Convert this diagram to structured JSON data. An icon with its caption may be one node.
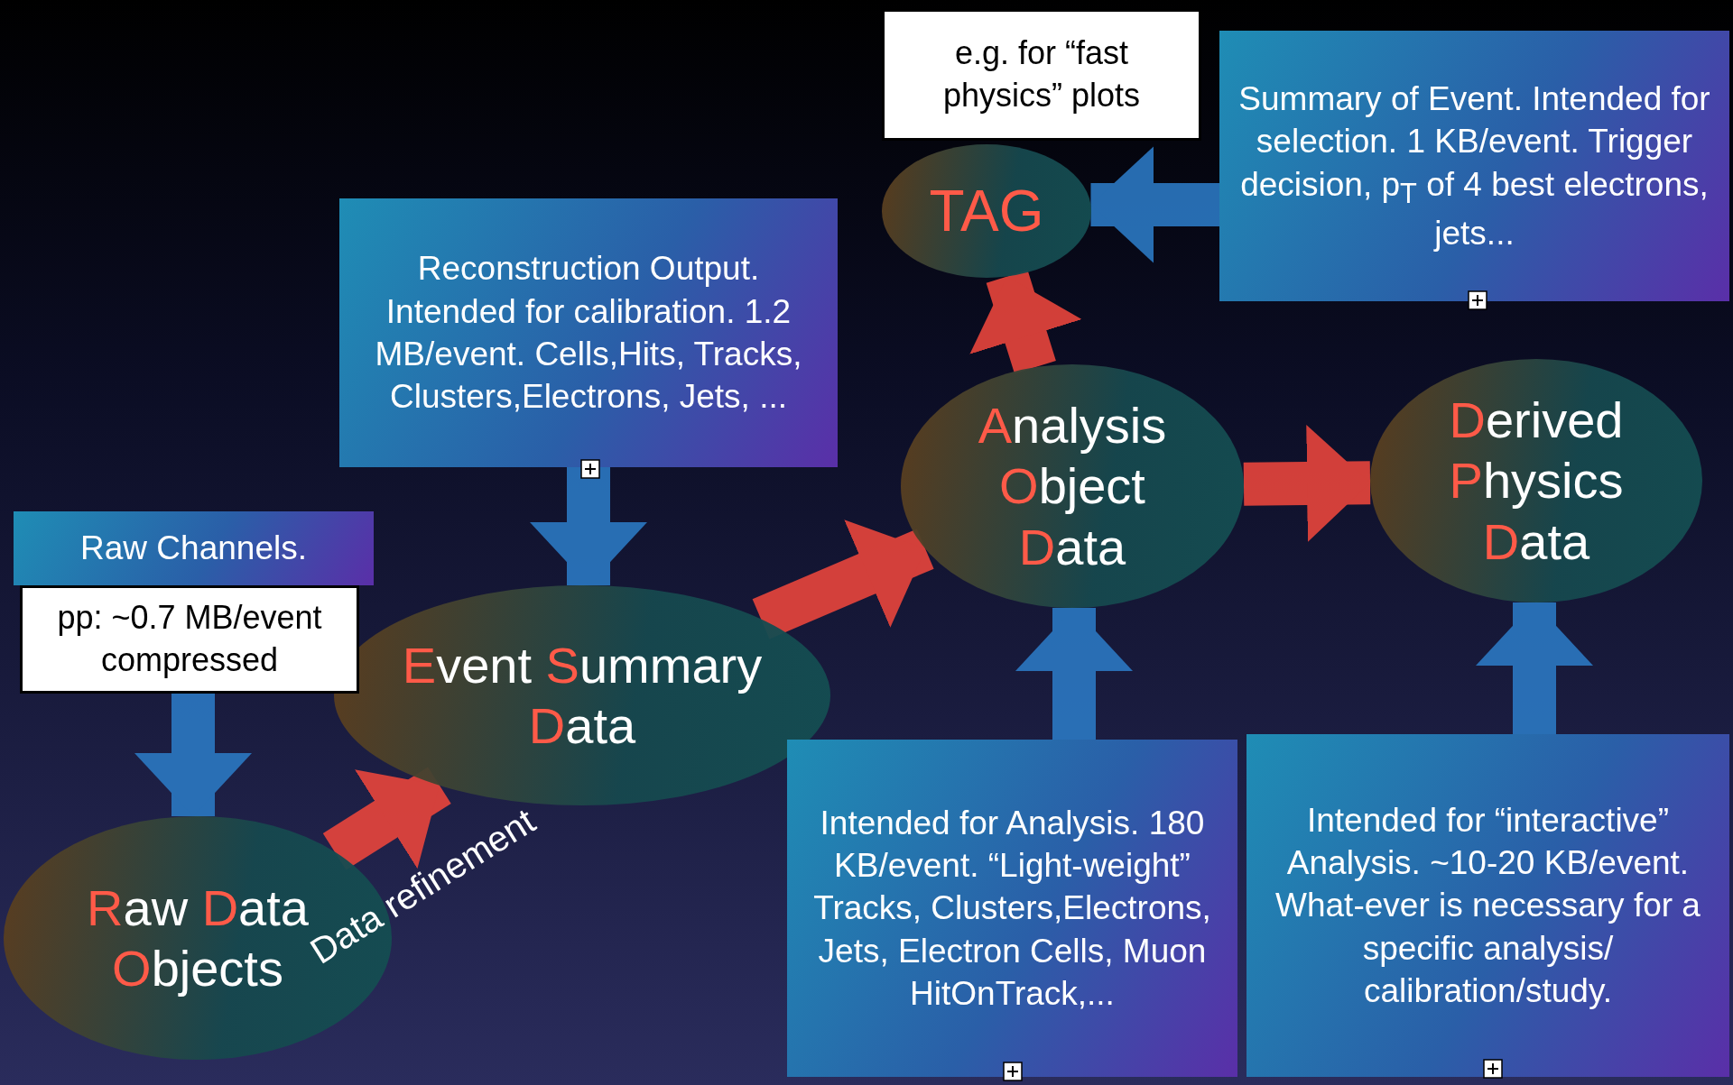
{
  "diagram": {
    "nodes": [
      {
        "text": [
          "Raw Channels."
        ]
      },
      {
        "text": [
          "pp: ~0.7 MB/event compressed"
        ]
      },
      {
        "text": [
          "Raw Data Objects"
        ]
      },
      {
        "text": [
          "Reconstruction Output. Intended for calibration. 1.2 MB/event. Cells,Hits, Tracks, Clusters,Electrons, Jets, ..."
        ]
      },
      {
        "text": [
          "Event Summary Data"
        ]
      },
      {
        "text": [
          "Analysis Object Data"
        ]
      },
      {
        "text": [
          "TAG"
        ]
      },
      {
        "text": [
          "e.g. for “fast physics” plots"
        ]
      },
      {
        "text": [
          "Summary of Event. Intended for selection. 1 KB/event. Trigger decision, p$_{T}$ of 4 best electrons, jets..."
        ]
      },
      {
        "text": [
          "Derived Physics Data"
        ]
      },
      {
        "text": [
          "Intended for Analysis. 180 KB/event. “Light-weight” Tracks, Clusters,Electrons, Jets, Electron Cells, Muon HitOnTrack,..."
        ]
      },
      {
        "text": [
          "Intended for “interactive” Analysis. ~10-20 KB/event. What-ever is necessary for a specific analysis/ calibration/study."
        ]
      }
    ],
    "edges": [
      {
        "from": 1,
        "to": 2,
        "arrow": "to"
      },
      {
        "from": 3,
        "to": 4,
        "arrow": "to"
      },
      {
        "from": 2,
        "to": 4,
        "arrow": "to",
        "label": "Data refinement",
        "color": "#e8453c"
      },
      {
        "from": 4,
        "to": 5,
        "arrow": "to",
        "color": "#e8453c"
      },
      {
        "from": 5,
        "to": 9,
        "arrow": "to",
        "color": "#e8453c"
      },
      {
        "from": 5,
        "to": 6,
        "arrow": "to",
        "color": "#e8453c"
      },
      {
        "from": 10,
        "to": 5,
        "arrow": "to"
      },
      {
        "from": 11,
        "to": 9,
        "arrow": "to"
      },
      {
        "from": 8,
        "to": 6,
        "arrow": "to"
      }
    ]
  }
}
